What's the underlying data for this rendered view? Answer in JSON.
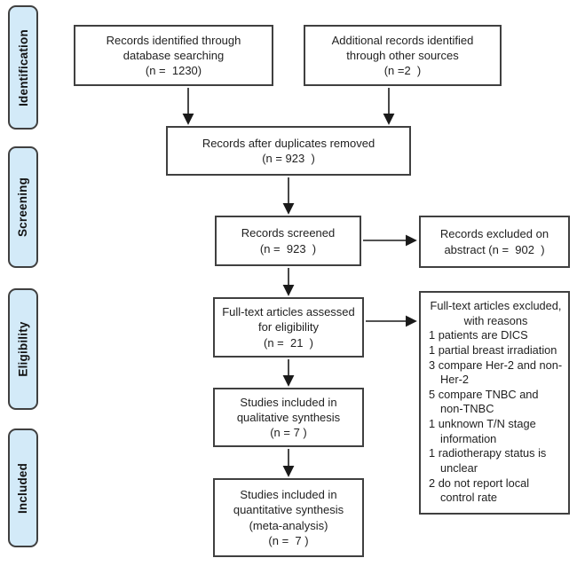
{
  "figure": {
    "type": "prisma-flow-diagram",
    "colors": {
      "stage_tab_fill": "#d3eaf8",
      "stage_tab_border": "#404040",
      "box_border": "#404040",
      "text": "#1f1f1f",
      "arrow": "#1a1a1a",
      "background": "#ffffff"
    }
  },
  "sidebar": {
    "stages": [
      {
        "label": "Identification"
      },
      {
        "label": "Screening"
      },
      {
        "label": "Eligibility"
      },
      {
        "label": "Included"
      }
    ]
  },
  "flow": {
    "records_identified": {
      "n": "1230",
      "lines": [
        "Records identified through",
        "database searching",
        "(n =  1230)"
      ]
    },
    "additional_records": {
      "n": "2",
      "lines": [
        "Additional records identified",
        "through other sources",
        "(n =2  )"
      ]
    },
    "duplicates_removed": {
      "n": "923",
      "lines": [
        "Records after duplicates removed",
        "(n = 923  )"
      ]
    },
    "records_screened": {
      "n": "923",
      "lines": [
        "Records screened",
        "(n =  923  )"
      ]
    },
    "records_excluded_abstract": {
      "n": "902",
      "lines": [
        "Records excluded on",
        "abstract (n =  902  )"
      ]
    },
    "fulltext_assessed": {
      "n": "21",
      "lines": [
        "Full-text articles assessed",
        "for eligibility",
        "(n =  21  )"
      ]
    },
    "fulltext_excluded": {
      "title_lines": [
        "Full-text articles excluded,",
        "with reasons"
      ],
      "reasons": [
        {
          "count": "1",
          "text": "patients are DICS"
        },
        {
          "count": "1",
          "text": "partial breast irradiation"
        },
        {
          "count": "3",
          "text": "compare Her-2 and non-Her-2"
        },
        {
          "count": "5",
          "text": "compare TNBC and non-TNBC"
        },
        {
          "count": "1",
          "text": "unknown T/N stage information"
        },
        {
          "count": "1",
          "text": "radiotherapy status is unclear"
        },
        {
          "count": "2",
          "text": "do not report local control rate"
        }
      ]
    },
    "qualitative_synthesis": {
      "n": "7",
      "lines": [
        "Studies included in",
        "qualitative synthesis",
        "(n = 7 )"
      ]
    },
    "quantitative_synthesis": {
      "n": "7",
      "lines": [
        "Studies included in",
        "quantitative synthesis",
        "(meta-analysis)",
        "(n =  7 )"
      ]
    }
  }
}
